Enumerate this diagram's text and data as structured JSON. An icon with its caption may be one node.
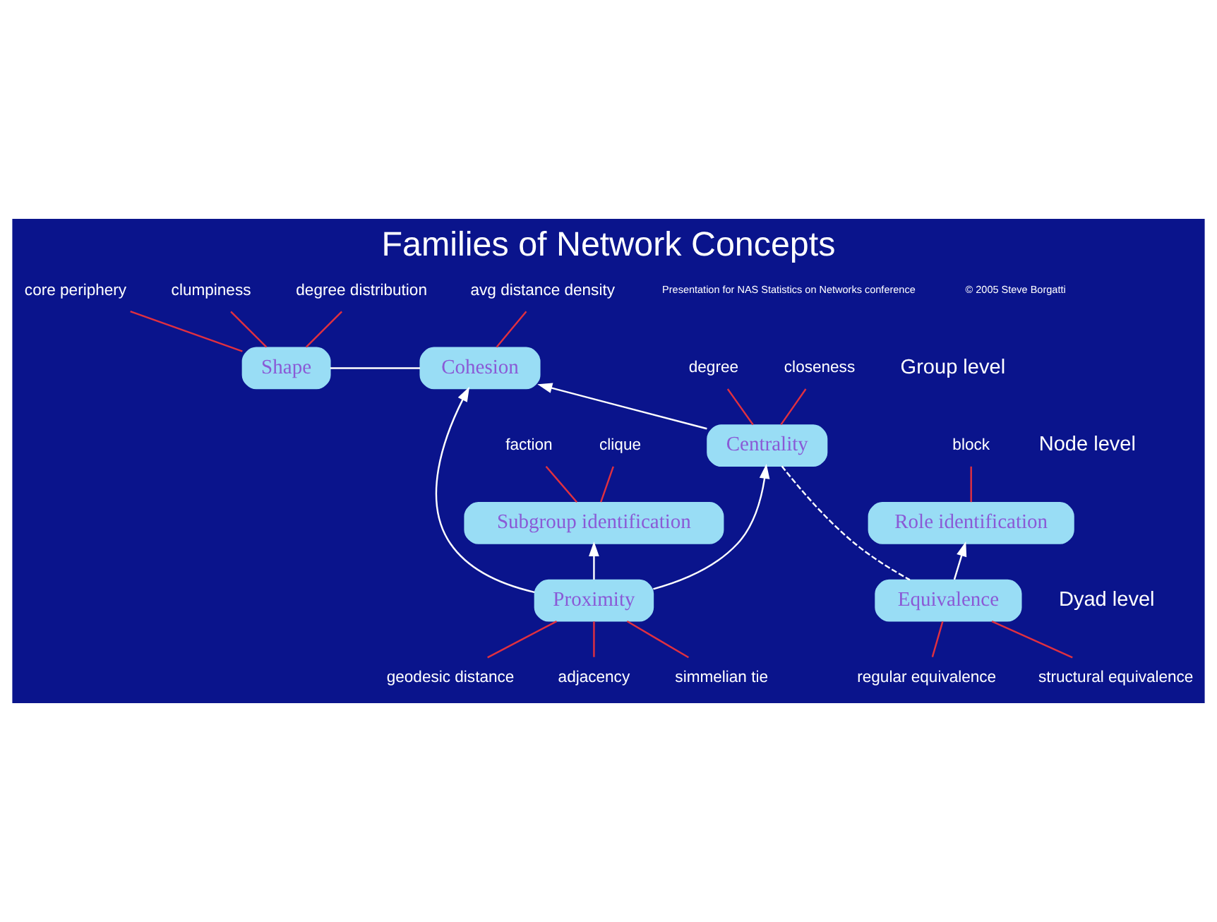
{
  "diagram": {
    "title": "Families of Network Concepts",
    "nodes": [
      {
        "text": [
          "degree distribution"
        ]
      },
      {
        "text": [
          "core periphery"
        ]
      },
      {
        "text": [
          "clumpiness"
        ]
      },
      {
        "text": [
          "avg distance density"
        ]
      },
      {
        "text": [
          "Shape"
        ]
      },
      {
        "text": [
          "Cohesion"
        ]
      },
      {
        "text": [
          "degree"
        ]
      },
      {
        "text": [
          "closeness"
        ]
      },
      {
        "text": [
          "faction"
        ]
      },
      {
        "text": [
          "clique"
        ]
      },
      {
        "text": [
          "block"
        ]
      },
      {
        "text": [
          "Centrality"
        ]
      },
      {
        "text": [
          "Subgroup identification"
        ]
      },
      {
        "text": [
          "Role identification"
        ]
      },
      {
        "text": [
          "Proximity"
        ]
      },
      {
        "text": [
          "Equivalence"
        ]
      },
      {
        "text": [
          "adjacency"
        ]
      },
      {
        "text": [
          "simmelian tie"
        ]
      },
      {
        "text": [
          "geodesic distance"
        ]
      },
      {
        "text": [
          "structural equivalence"
        ]
      },
      {
        "text": [
          "regular equivalence"
        ]
      }
    ],
    "edges": [
      {
        "from": 0,
        "to": 4,
        "arrow": "none"
      },
      {
        "from": 1,
        "to": 4,
        "arrow": "none"
      },
      {
        "from": 2,
        "to": 4,
        "arrow": "none"
      },
      {
        "from": 3,
        "to": 5,
        "arrow": "none"
      },
      {
        "from": 4,
        "to": 5,
        "arrow": "none",
        "color": "#ffffff"
      },
      {
        "from": 11,
        "to": 5,
        "arrow": "to",
        "color": "#ffffff"
      },
      {
        "from": 14,
        "to": 5,
        "arrow": "to",
        "color": "#ffffff"
      },
      {
        "from": 6,
        "to": 11,
        "arrow": "none"
      },
      {
        "from": 7,
        "to": 11,
        "arrow": "none"
      },
      {
        "from": 8,
        "to": 12,
        "arrow": "none"
      },
      {
        "from": 9,
        "to": 12,
        "arrow": "none"
      },
      {
        "from": 10,
        "to": 13,
        "arrow": "none"
      },
      {
        "from": 14,
        "to": 11,
        "arrow": "to",
        "color": "#ffffff"
      },
      {
        "from": 15,
        "to": 11,
        "arrow": "none",
        "style": "dashed",
        "color": "#ffffff"
      },
      {
        "from": 14,
        "to": 12,
        "arrow": "to",
        "color": "#ffffff"
      },
      {
        "from": 15,
        "to": 13,
        "arrow": "to",
        "color": "#ffffff"
      },
      {
        "from": 16,
        "to": 14,
        "arrow": "none"
      },
      {
        "from": 17,
        "to": 14,
        "arrow": "none"
      },
      {
        "from": 18,
        "to": 14,
        "arrow": "none"
      },
      {
        "from": 19,
        "to": 15,
        "arrow": "none"
      },
      {
        "from": 20,
        "to": 15,
        "arrow": "none"
      }
    ],
    "labels": [
      "Group level",
      "Node level",
      "Dyad level",
      "Presentation for NAS Statistics on Networks conference",
      "© 2005 Steve Borgatti"
    ]
  }
}
